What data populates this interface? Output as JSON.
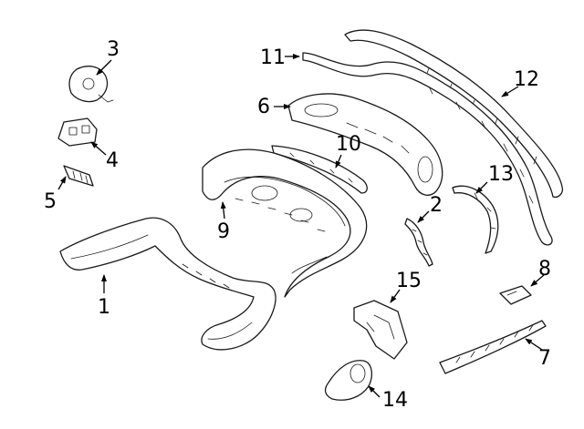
{
  "diagram": {
    "callouts": [
      {
        "id": "c1",
        "text": "1"
      },
      {
        "id": "c2",
        "text": "2"
      },
      {
        "id": "c3",
        "text": "3"
      },
      {
        "id": "c4",
        "text": "4"
      },
      {
        "id": "c5",
        "text": "5"
      },
      {
        "id": "c6",
        "text": "6"
      },
      {
        "id": "c7",
        "text": "7"
      },
      {
        "id": "c8",
        "text": "8"
      },
      {
        "id": "c9",
        "text": "9"
      },
      {
        "id": "c10",
        "text": "10"
      },
      {
        "id": "c11",
        "text": "11"
      },
      {
        "id": "c12",
        "text": "12"
      },
      {
        "id": "c13",
        "text": "13"
      },
      {
        "id": "c14",
        "text": "14"
      },
      {
        "id": "c15",
        "text": "15"
      }
    ],
    "line_color": "#1a1a1a",
    "background": "#ffffff"
  }
}
